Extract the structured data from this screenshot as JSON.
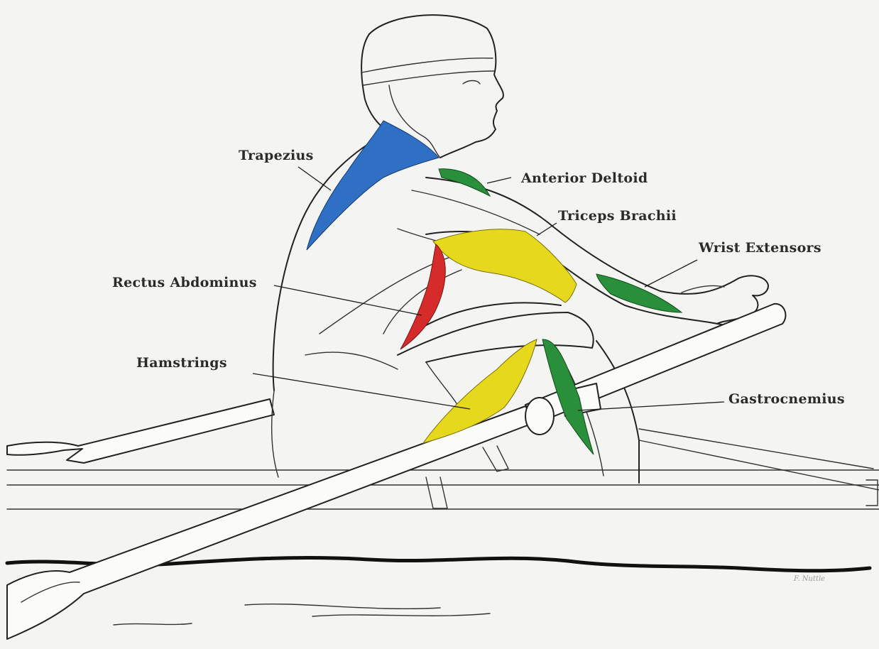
{
  "labels": {
    "trapezius": "Trapezius",
    "anterior_deltoid": "Anterior Deltoid",
    "triceps_brachii": "Triceps Brachii",
    "wrist_extensors": "Wrist Extensors",
    "rectus_abdominus": "Rectus Abdominus",
    "hamstrings": "Hamstrings",
    "gastrocnemius": "Gastrocnemius"
  },
  "muscle_colors": {
    "trapezius": "#2f6fc4",
    "anterior_deltoid": "#2a8f3a",
    "triceps_brachii": "#e6d81c",
    "wrist_extensors": "#2a8f3a",
    "rectus_abdominus": "#d62b2b",
    "hamstrings": "#e6d81c",
    "gastrocnemius": "#2a8f3a"
  },
  "artist_signature": "F. Nuttle"
}
